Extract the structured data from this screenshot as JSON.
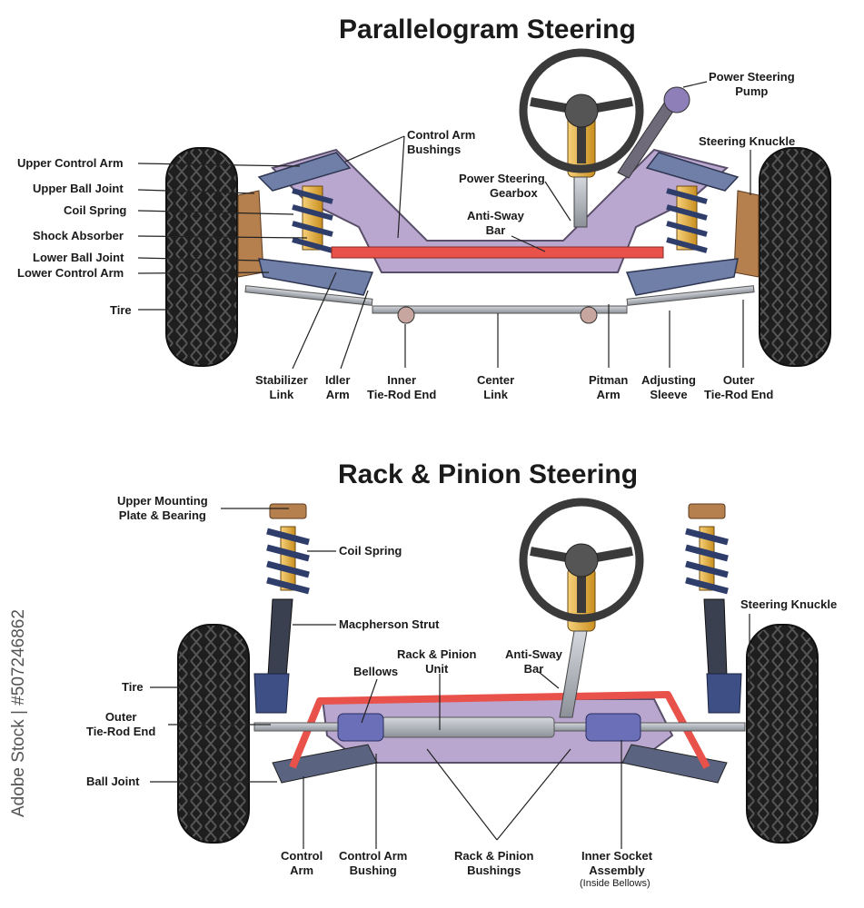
{
  "top": {
    "title": "Parallelogram Steering",
    "labels": {
      "upper_control_arm": "Upper Control Arm",
      "upper_ball_joint": "Upper Ball Joint",
      "coil_spring": "Coil Spring",
      "shock_absorber": "Shock Absorber",
      "lower_ball_joint": "Lower Ball Joint",
      "lower_control_arm": "Lower Control Arm",
      "tire": "Tire",
      "control_arm_bushings_1": "Control Arm",
      "control_arm_bushings_2": "Bushings",
      "power_steering_gearbox_1": "Power Steering",
      "power_steering_gearbox_2": "Gearbox",
      "anti_sway_bar_1": "Anti-Sway",
      "anti_sway_bar_2": "Bar",
      "power_steering_pump_1": "Power Steering",
      "power_steering_pump_2": "Pump",
      "steering_knuckle": "Steering Knuckle",
      "stabilizer_link_1": "Stabilizer",
      "stabilizer_link_2": "Link",
      "idler_arm_1": "Idler",
      "idler_arm_2": "Arm",
      "inner_tie_rod_end_1": "Inner",
      "inner_tie_rod_end_2": "Tie-Rod End",
      "center_link_1": "Center",
      "center_link_2": "Link",
      "pitman_arm_1": "Pitman",
      "pitman_arm_2": "Arm",
      "adjusting_sleeve_1": "Adjusting",
      "adjusting_sleeve_2": "Sleeve",
      "outer_tie_rod_end_1": "Outer",
      "outer_tie_rod_end_2": "Tie-Rod End"
    }
  },
  "bottom": {
    "title": "Rack & Pinion Steering",
    "labels": {
      "upper_mounting_plate_1": "Upper Mounting",
      "upper_mounting_plate_2": "Plate & Bearing",
      "coil_spring": "Coil Spring",
      "macpherson_strut": "Macpherson Strut",
      "tire": "Tire",
      "outer_tie_rod_end_1": "Outer",
      "outer_tie_rod_end_2": "Tie-Rod End",
      "ball_joint": "Ball Joint",
      "bellows": "Bellows",
      "rack_pinion_unit_1": "Rack & Pinion",
      "rack_pinion_unit_2": "Unit",
      "anti_sway_bar_1": "Anti-Sway",
      "anti_sway_bar_2": "Bar",
      "steering_knuckle": "Steering Knuckle",
      "control_arm_1": "Control",
      "control_arm_2": "Arm",
      "control_arm_bushing_1": "Control Arm",
      "control_arm_bushing_2": "Bushing",
      "rack_pinion_bushings_1": "Rack & Pinion",
      "rack_pinion_bushings_2": "Bushings",
      "inner_socket_assembly_1": "Inner Socket",
      "inner_socket_assembly_2": "Assembly",
      "inside_bellows": "(Inside Bellows)"
    }
  },
  "watermark": "Adobe Stock | #507246862",
  "colors": {
    "frame": "#b9a7cf",
    "frame_stroke": "#5a4f6a",
    "anti_sway": "#e8524a",
    "spring": "#2f3d6b",
    "shock": "#e8b23c",
    "tire": "#222222",
    "steel": "#9aa0a8",
    "bellows": "#6a6fb8"
  },
  "icons": [
    "steering-wheel-icon",
    "tire-icon",
    "coil-spring-icon"
  ]
}
